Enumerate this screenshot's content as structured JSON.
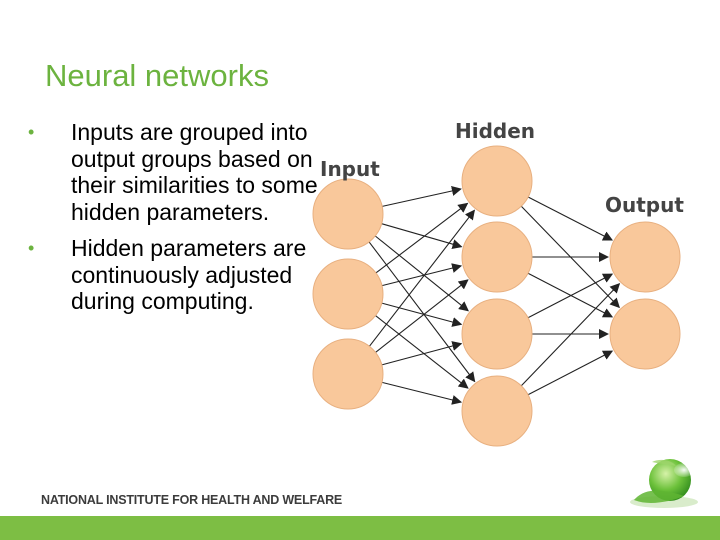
{
  "slide": {
    "title": "Neural networks",
    "bullets": [
      "Inputs are grouped into output groups based on their similarities to some hidden parameters.",
      "Hidden parameters are continuously adjusted during computing."
    ],
    "bullet_symbol": "•"
  },
  "diagram": {
    "layers": [
      {
        "label": "Input",
        "nodes": 3
      },
      {
        "label": "Hidden",
        "nodes": 4
      },
      {
        "label": "Output",
        "nodes": 2
      }
    ],
    "node_color": "#f9c89b",
    "node_stroke": "#e8b080",
    "edge_color": "#222222"
  },
  "footer": {
    "organization": "NATIONAL INSTITUTE FOR HEALTH AND WELFARE"
  },
  "theme": {
    "accent": "#6cb33f",
    "bar": "#7dbe44"
  },
  "logo": {
    "icon": "green-leaf-sphere-icon"
  }
}
